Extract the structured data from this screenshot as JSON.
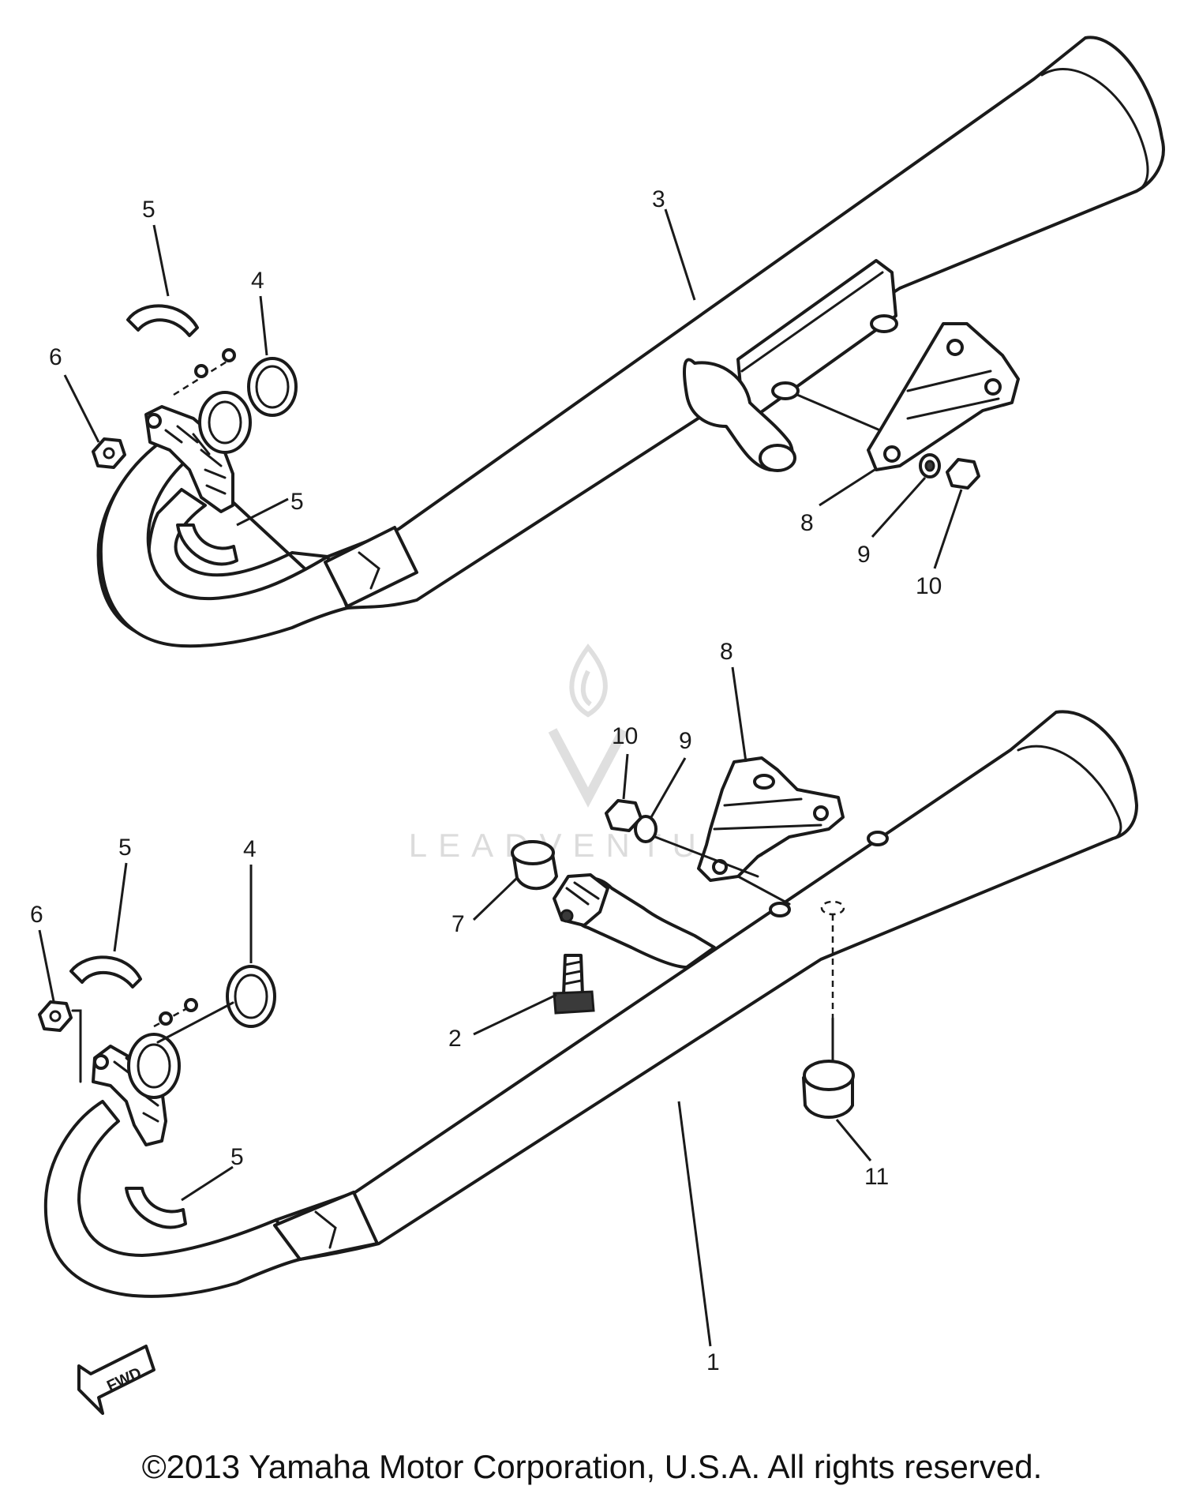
{
  "callouts": {
    "top_assembly": [
      "5",
      "4",
      "6",
      "5",
      "3",
      "8",
      "9",
      "10"
    ],
    "bottom_assembly": [
      "8",
      "10",
      "9",
      "5",
      "4",
      "6",
      "7",
      "2",
      "5",
      "1",
      "11"
    ]
  },
  "watermark": {
    "text": "LEADVENTURE"
  },
  "fwd_label": "FWD",
  "copyright": "©2013 Yamaha Motor Corporation, U.S.A. All rights reserved.",
  "colors": {
    "line": "#1a1a1a",
    "background": "#ffffff",
    "watermark": "#d9d9d9"
  }
}
